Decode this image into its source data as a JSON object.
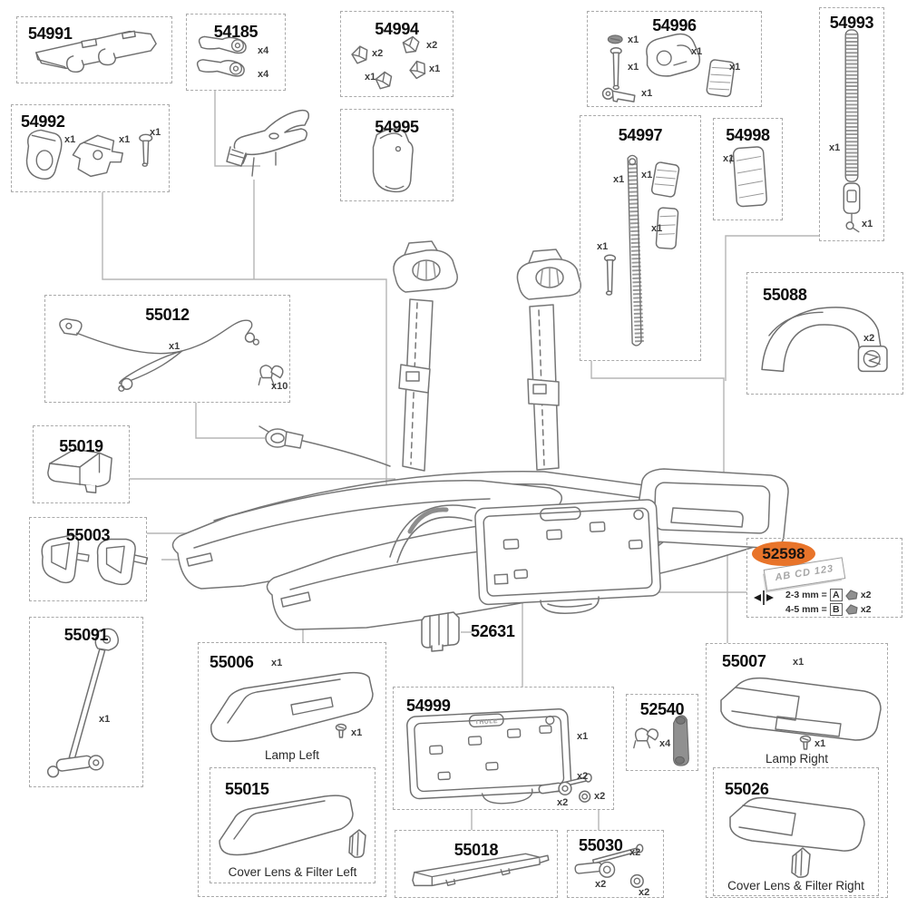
{
  "colors": {
    "badge": "#e8742a",
    "outline": "#6f6f6f",
    "leader": "#b5b5b5",
    "box_border": "#a9a9a9"
  },
  "parts": {
    "54991": {
      "number": "54991"
    },
    "54185": {
      "number": "54185",
      "quantities": [
        "x4",
        "x4"
      ]
    },
    "54994": {
      "number": "54994",
      "quantities": [
        "x2",
        "x2",
        "x1",
        "x1"
      ]
    },
    "54996": {
      "number": "54996",
      "quantities": [
        "x1",
        "x1",
        "x1",
        "x1",
        "x1"
      ]
    },
    "54993": {
      "number": "54993",
      "quantities": [
        "x1",
        "x1"
      ]
    },
    "54992": {
      "number": "54992",
      "quantities": [
        "x1",
        "x1",
        "x1"
      ]
    },
    "54995": {
      "number": "54995"
    },
    "54997": {
      "number": "54997",
      "quantities": [
        "x1",
        "x1",
        "x1",
        "x1"
      ]
    },
    "54998": {
      "number": "54998",
      "quantities": [
        "x1"
      ]
    },
    "55088": {
      "number": "55088",
      "quantities": [
        "x2"
      ]
    },
    "55012": {
      "number": "55012",
      "quantities": [
        "x1",
        "x10"
      ]
    },
    "55019": {
      "number": "55019"
    },
    "55003": {
      "number": "55003"
    },
    "55091": {
      "number": "55091",
      "quantities": [
        "x1"
      ]
    },
    "52598": {
      "number": "52598",
      "plate_text": "AB CD 123",
      "rows": [
        {
          "size": "2-3 mm =",
          "letter": "A",
          "qty": "x2"
        },
        {
          "size": "4-5 mm =",
          "letter": "B",
          "qty": "x2"
        }
      ]
    },
    "55006": {
      "number": "55006",
      "quantities": [
        "x1",
        "x1"
      ],
      "caption": "Lamp Left"
    },
    "55015": {
      "number": "55015",
      "caption": "Cover Lens & Filter Left"
    },
    "52631": {
      "number": "52631"
    },
    "54999": {
      "number": "54999",
      "quantities": [
        "x1",
        "x2",
        "x2",
        "x2"
      ],
      "logo": "THULE"
    },
    "52540": {
      "number": "52540",
      "quantities": [
        "x4"
      ]
    },
    "55018": {
      "number": "55018"
    },
    "55030": {
      "number": "55030",
      "quantities": [
        "x2",
        "x2",
        "x2"
      ]
    },
    "55007": {
      "number": "55007",
      "quantities": [
        "x1",
        "x1"
      ],
      "caption": "Lamp Right"
    },
    "55026": {
      "number": "55026",
      "caption": "Cover Lens & Filter Right"
    }
  }
}
